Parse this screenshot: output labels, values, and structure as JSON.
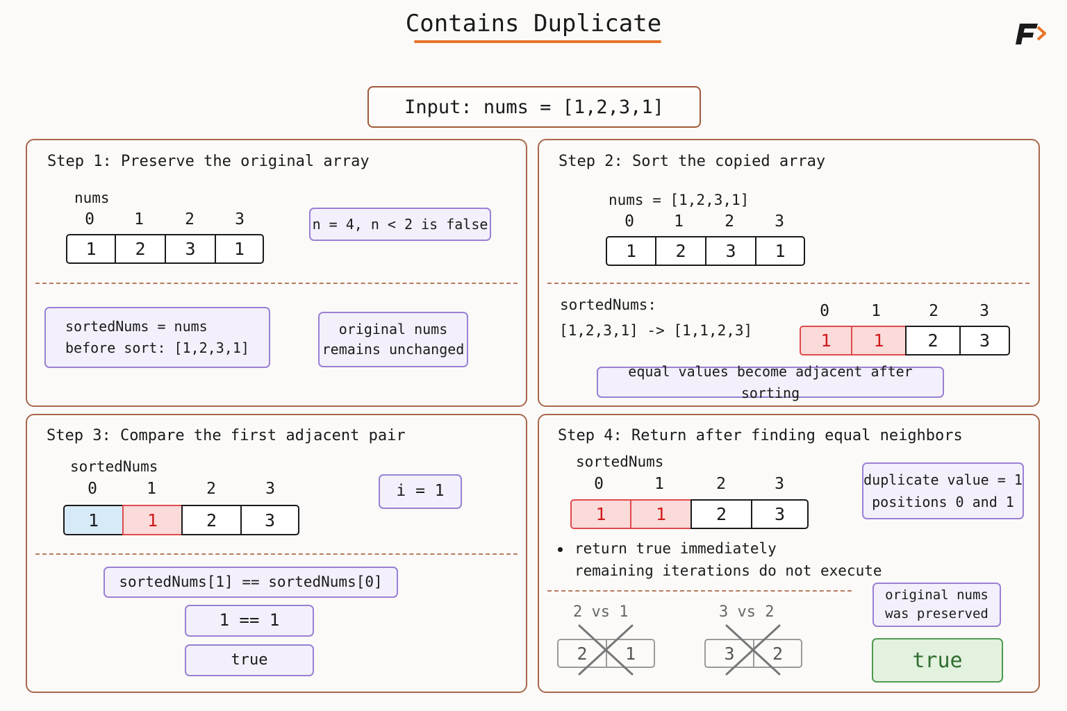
{
  "title": "Contains Duplicate",
  "input": "Input: nums = [1,2,3,1]",
  "colors": {
    "accent": "#e8732a",
    "panel_border": "#a8674a",
    "note_border": "#9b7fd4",
    "highlight_red": "#d11a1a",
    "highlight_blue": "#d6eaf8",
    "result_green": "#4f9a4f"
  },
  "step1": {
    "title": "Step 1: Preserve the original array",
    "array_label": "nums",
    "indices": [
      "0",
      "1",
      "2",
      "3"
    ],
    "values": [
      "1",
      "2",
      "3",
      "1"
    ],
    "note_n": "n = 4, n < 2 is false",
    "note_sorted_1": "sortedNums = nums",
    "note_sorted_2": "before sort: [1,2,3,1]",
    "note_orig_1": "original nums",
    "note_orig_2": "remains unchanged"
  },
  "step2": {
    "title": "Step 2: Sort the copied array",
    "array_label": "nums = [1,2,3,1]",
    "indices": [
      "0",
      "1",
      "2",
      "3"
    ],
    "values": [
      "1",
      "2",
      "3",
      "1"
    ],
    "sorted_label": "sortedNums:",
    "sorted_transform": "[1,2,3,1] -> [1,1,2,3]",
    "sorted_indices": [
      "0",
      "1",
      "2",
      "3"
    ],
    "sorted_values": [
      "1",
      "1",
      "2",
      "3"
    ],
    "note": "equal values become adjacent after sorting"
  },
  "step3": {
    "title": "Step 3: Compare the first adjacent pair",
    "array_label": "sortedNums",
    "indices": [
      "0",
      "1",
      "2",
      "3"
    ],
    "values": [
      "1",
      "1",
      "2",
      "3"
    ],
    "note_i": "i = 1",
    "compare": "sortedNums[1] == sortedNums[0]",
    "compare_values": "1 == 1",
    "result": "true"
  },
  "step4": {
    "title": "Step 4: Return after finding equal neighbors",
    "array_label": "sortedNums",
    "indices": [
      "0",
      "1",
      "2",
      "3"
    ],
    "values": [
      "1",
      "1",
      "2",
      "3"
    ],
    "note_dup_1": "duplicate value = 1",
    "note_dup_2": "positions 0 and 1",
    "bullet_1": "return true immediately",
    "bullet_2": "remaining iterations do not execute",
    "skip_1_label": "2 vs 1",
    "skip_1_values": [
      "2",
      "1"
    ],
    "skip_2_label": "3 vs 2",
    "skip_2_values": [
      "3",
      "2"
    ],
    "note_pres_1": "original nums",
    "note_pres_2": "was preserved",
    "result": "true"
  }
}
